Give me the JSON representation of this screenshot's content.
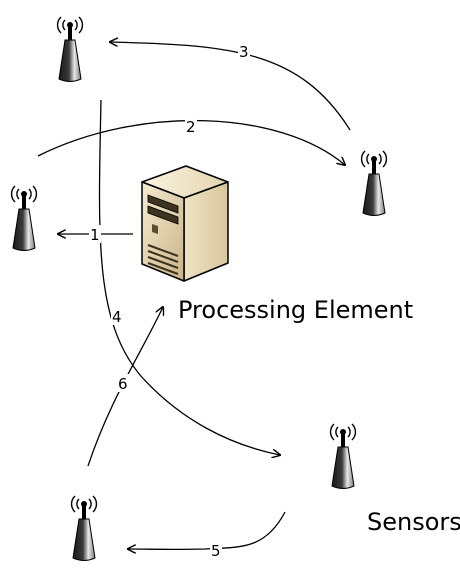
{
  "labels": {
    "processing_element": "Processing Element",
    "sensors": "Sensors"
  },
  "edges": [
    {
      "id": "1",
      "label": "1"
    },
    {
      "id": "2",
      "label": "2"
    },
    {
      "id": "3",
      "label": "3"
    },
    {
      "id": "4",
      "label": "4"
    },
    {
      "id": "5",
      "label": "5"
    },
    {
      "id": "6",
      "label": "6"
    }
  ],
  "nodes": [
    {
      "name": "sensor-top-left",
      "icon": "antenna-tower-icon"
    },
    {
      "name": "sensor-left",
      "icon": "antenna-tower-icon"
    },
    {
      "name": "sensor-right",
      "icon": "antenna-tower-icon"
    },
    {
      "name": "sensor-bottom-right",
      "icon": "antenna-tower-icon"
    },
    {
      "name": "sensor-bottom-left",
      "icon": "antenna-tower-icon"
    },
    {
      "name": "processing-element",
      "icon": "server-tower-icon"
    }
  ]
}
